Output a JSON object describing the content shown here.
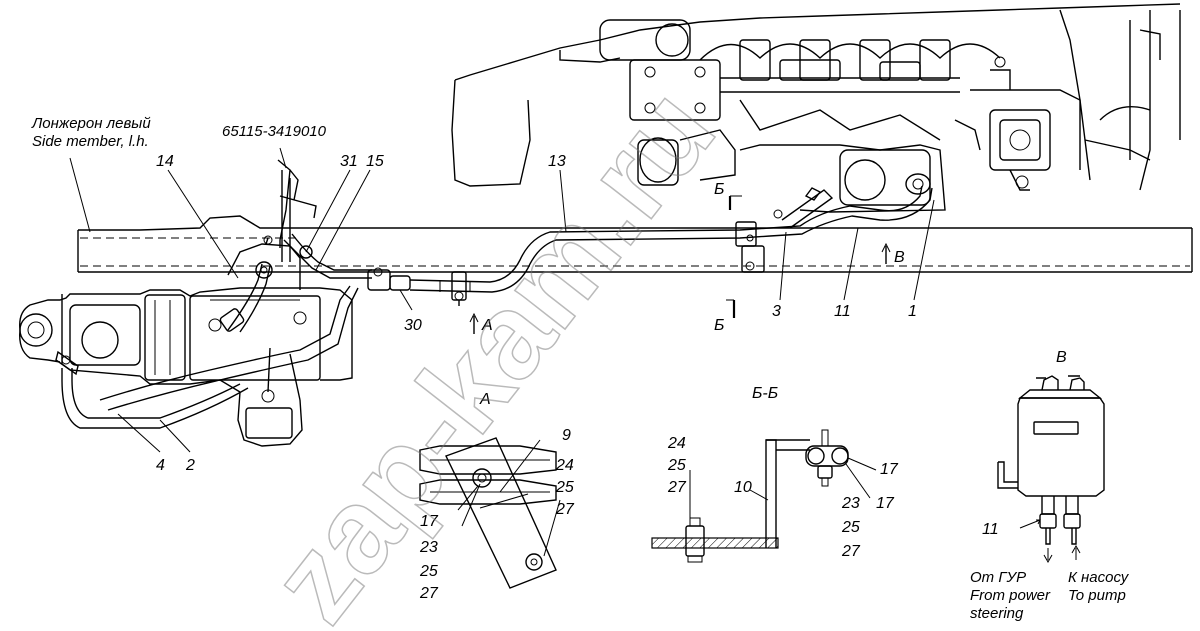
{
  "labels": {
    "side_member_ru": "Лонжерон левый",
    "side_member_en": "Side member, l.h.",
    "part_number": "65115-3419010",
    "n14": "14",
    "n31": "31",
    "n15": "15",
    "n13": "13",
    "n3": "3",
    "n11": "11",
    "n1": "1",
    "n30": "30",
    "n4": "4",
    "n2": "2",
    "marker_A": "A",
    "marker_B_top": "Б",
    "marker_B_bottom": "Б",
    "marker_V": "B"
  },
  "view_A": {
    "title": "A",
    "n9": "9",
    "n24": "24",
    "n25": "25",
    "n27": "27",
    "n17": "17",
    "n23": "23",
    "n25b": "25",
    "n27b": "27"
  },
  "view_BB": {
    "title": "Б-Б",
    "n24": "24",
    "n25": "25",
    "n27": "27",
    "n10": "10",
    "n17a": "17",
    "n17b": "17",
    "n23": "23",
    "n25b": "25",
    "n27b": "27"
  },
  "view_V": {
    "title": "B",
    "n11": "11",
    "from_ru": "От ГУР",
    "from_en1": "From power",
    "from_en2": "steering",
    "to_ru": "К насосу",
    "to_en": "To pump"
  },
  "watermark": "zap-kam.ru"
}
